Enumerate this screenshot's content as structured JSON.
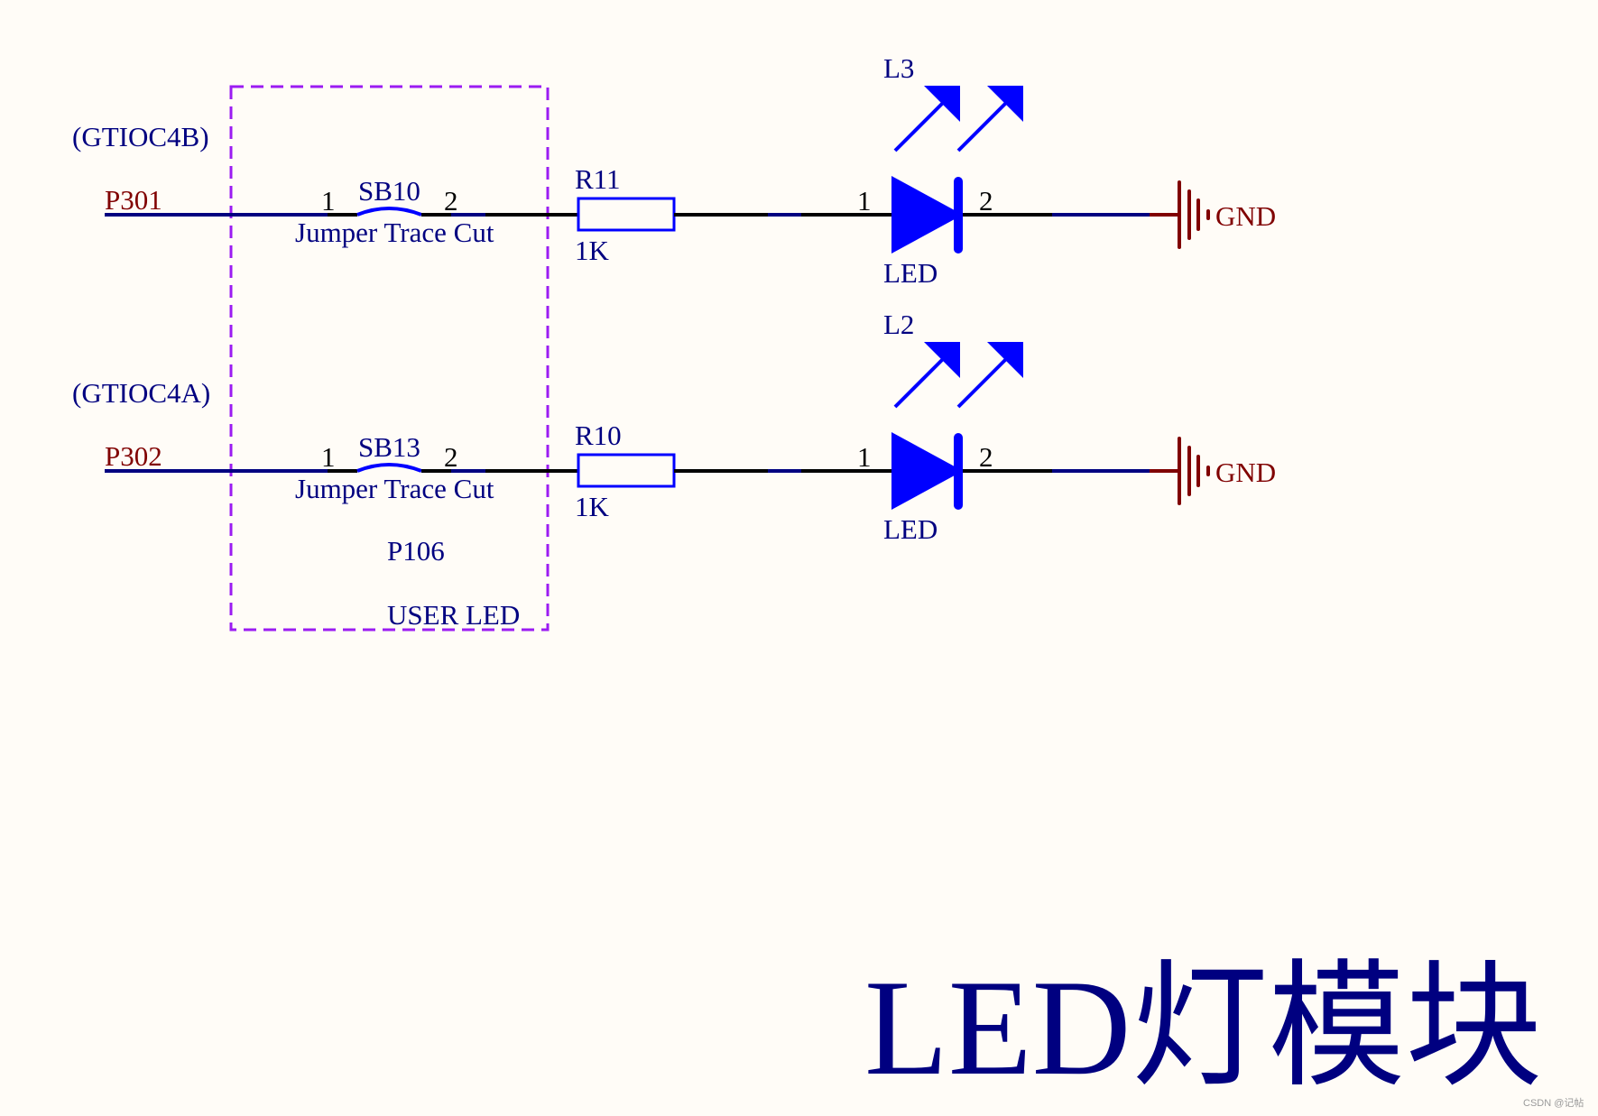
{
  "schematic": {
    "title": "LED灯模块",
    "box": {
      "labels": [
        "P106",
        "USER LED"
      ]
    },
    "channels": [
      {
        "signal": "(GTIOC4B)",
        "net": "P301",
        "jumper": {
          "ref": "SB10",
          "desc": "Jumper Trace Cut",
          "pin1": "1",
          "pin2": "2"
        },
        "resistor": {
          "ref": "R11",
          "value": "1K"
        },
        "led": {
          "ref": "L3",
          "value": "LED",
          "pin1": "1",
          "pin2": "2"
        },
        "ground": "GND"
      },
      {
        "signal": "(GTIOC4A)",
        "net": "P302",
        "jumper": {
          "ref": "SB13",
          "desc": "Jumper Trace Cut",
          "pin1": "1",
          "pin2": "2"
        },
        "resistor": {
          "ref": "R10",
          "value": "1K"
        },
        "led": {
          "ref": "L2",
          "value": "LED",
          "pin1": "1",
          "pin2": "2"
        },
        "ground": "GND"
      }
    ],
    "colors": {
      "background": "#fffcf7",
      "wire": "#000080",
      "component": "#0000ff",
      "net_label": "#800000",
      "text": "#000080",
      "pin": "#000000",
      "box": "#9b1cf2"
    }
  },
  "watermark": "CSDN @记帖"
}
